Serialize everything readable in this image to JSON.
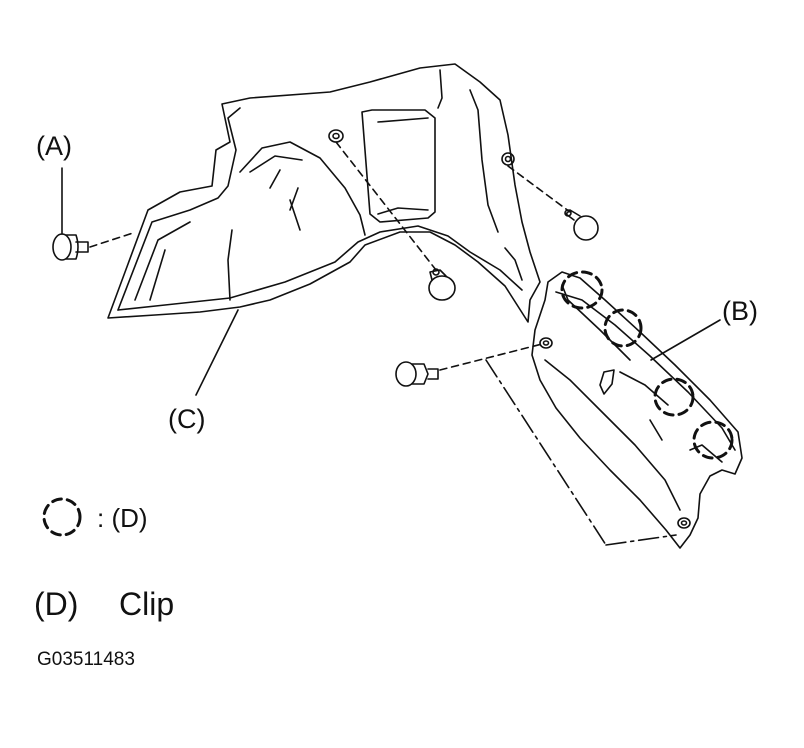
{
  "callouts": {
    "a": "(A)",
    "b": "(B)",
    "c": "(C)"
  },
  "legend": {
    "symbol": "dashed-circle-icon",
    "text": ": (D)"
  },
  "definition": {
    "key": "(D)",
    "value": "Clip"
  },
  "figure_code": "G03511483",
  "colors": {
    "ink": "#111111",
    "background": "#ffffff"
  }
}
